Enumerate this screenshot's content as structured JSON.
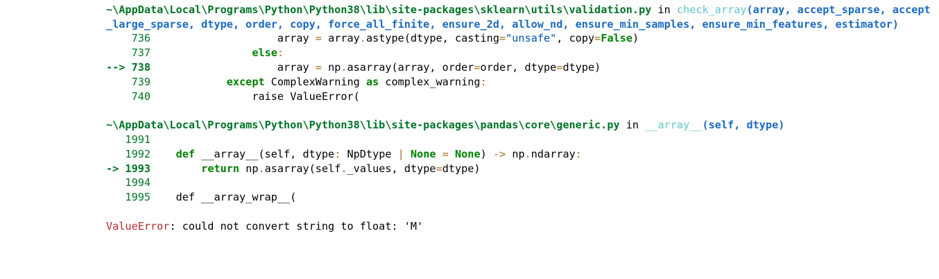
{
  "frame1": {
    "top_cut_text": "                          ",
    "path": "~\\AppData\\Local\\Programs\\Python\\Python38\\lib\\site-packages\\sklearn\\utils\\validation.py",
    "in_word": " in ",
    "func": "check_array",
    "signature": "(array, accept_sparse, accept_large_sparse, dtype, order, copy, force_all_finite, ensure_2d, allow_nd, ensure_min_samples, ensure_min_features, estimator)",
    "lines": [
      {
        "marker": "    736",
        "code_pre": "                    array ",
        "code_parts": [
          [
            "op",
            "="
          ],
          [
            "plain",
            " array"
          ],
          [
            "op",
            "."
          ],
          [
            "plain",
            "astype(dtype, casting"
          ],
          [
            "op",
            "="
          ],
          [
            "str",
            "\"unsafe\""
          ],
          [
            "plain",
            ", copy"
          ],
          [
            "op",
            "="
          ],
          [
            "kw",
            "False"
          ],
          [
            "plain",
            ")"
          ]
        ]
      },
      {
        "marker": "    737",
        "code_pre": "                ",
        "code_parts": [
          [
            "kw",
            "else"
          ],
          [
            "op",
            ":"
          ]
        ]
      },
      {
        "marker": "--> 738",
        "code_pre": "                    array ",
        "code_parts": [
          [
            "op",
            "="
          ],
          [
            "plain",
            " np"
          ],
          [
            "op",
            "."
          ],
          [
            "plain",
            "asarray(array, order"
          ],
          [
            "op",
            "="
          ],
          [
            "plain",
            "order, dtype"
          ],
          [
            "op",
            "="
          ],
          [
            "plain",
            "dtype)"
          ]
        ]
      },
      {
        "marker": "    739",
        "code_pre": "            ",
        "code_parts": [
          [
            "kw",
            "except"
          ],
          [
            "plain",
            " ComplexWarning "
          ],
          [
            "kw",
            "as"
          ],
          [
            "plain",
            " complex_warning"
          ],
          [
            "op",
            ":"
          ]
        ]
      },
      {
        "marker": "    740",
        "code_pre": "                ",
        "code_parts": [
          [
            "plain",
            "raise ValueError("
          ]
        ]
      }
    ]
  },
  "frame2": {
    "path": "~\\AppData\\Local\\Programs\\Python\\Python38\\lib\\site-packages\\pandas\\core\\generic.py",
    "in_word": " in ",
    "func": "__array__",
    "signature": "(self, dtype)",
    "lines": [
      {
        "marker": "   1991",
        "code_pre": "",
        "code_parts": []
      },
      {
        "marker": "   1992",
        "code_pre": "    ",
        "code_parts": [
          [
            "kw",
            "def"
          ],
          [
            "plain",
            " __array__(self, dtype"
          ],
          [
            "op",
            ":"
          ],
          [
            "plain",
            " NpDtype "
          ],
          [
            "op",
            "|"
          ],
          [
            "plain",
            " "
          ],
          [
            "kw",
            "None"
          ],
          [
            "plain",
            " "
          ],
          [
            "op",
            "="
          ],
          [
            "plain",
            " "
          ],
          [
            "kw",
            "None"
          ],
          [
            "plain",
            ") "
          ],
          [
            "op",
            "->"
          ],
          [
            "plain",
            " np"
          ],
          [
            "op",
            "."
          ],
          [
            "plain",
            "ndarray"
          ],
          [
            "op",
            ":"
          ]
        ]
      },
      {
        "marker": "-> 1993",
        "code_pre": "        ",
        "code_parts": [
          [
            "kw",
            "return"
          ],
          [
            "plain",
            " np"
          ],
          [
            "op",
            "."
          ],
          [
            "plain",
            "asarray(self"
          ],
          [
            "op",
            "."
          ],
          [
            "plain",
            "_values, dtype"
          ],
          [
            "op",
            "="
          ],
          [
            "plain",
            "dtype)"
          ]
        ]
      },
      {
        "marker": "   1994",
        "code_pre": "",
        "code_parts": []
      },
      {
        "marker": "   1995",
        "code_pre": "    ",
        "code_parts": [
          [
            "plain",
            "def __array_wrap__("
          ]
        ]
      }
    ]
  },
  "error": {
    "type": "ValueError",
    "message": ": could not convert string to float: 'M'"
  }
}
